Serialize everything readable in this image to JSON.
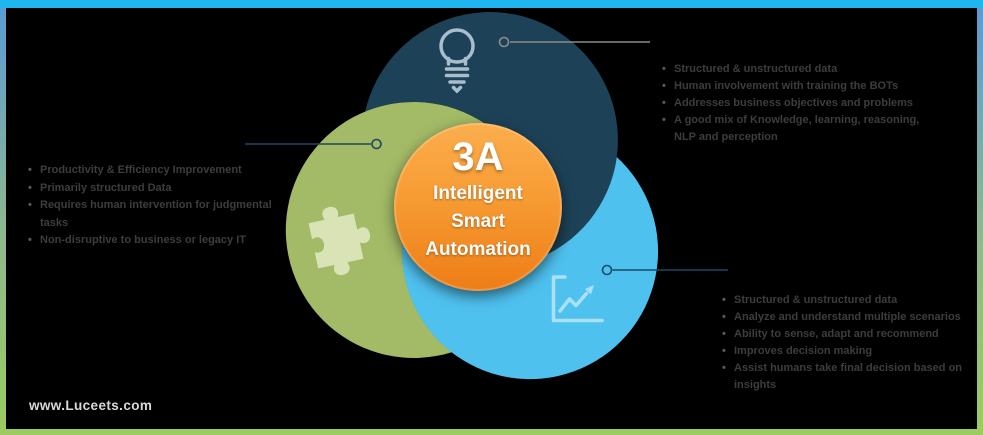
{
  "center": {
    "badge": "3A",
    "lines": [
      "Intelligent",
      "Smart",
      "Automation"
    ],
    "color_top": "#FBAE4D",
    "color_bottom": "#EE7D16"
  },
  "segments": {
    "top": {
      "icon": "lightbulb-icon",
      "color": "#1D4257"
    },
    "left": {
      "icon": "puzzle-icon",
      "color": "#A3BB67"
    },
    "bottom_right": {
      "icon": "line-chart-icon",
      "color": "#4FC1EF"
    }
  },
  "lists": {
    "top_right": {
      "items": [
        "Structured & unstructured data",
        "Human involvement with training the BOTs",
        "Addresses business objectives and problems",
        "A good mix of Knowledge, learning, reasoning, NLP and perception"
      ]
    },
    "left": {
      "items": [
        "Productivity & Efficiency Improvement",
        "Primarily structured Data",
        "Requires human intervention for judgmental tasks",
        "Non-disruptive to business or legacy IT"
      ]
    },
    "bottom_right": {
      "items": [
        "Structured & unstructured data",
        "Analyze and understand multiple scenarios",
        "Ability to sense, adapt and recommend",
        "Improves decision making",
        "Assist humans take final decision based on insights"
      ]
    }
  },
  "watermark": {
    "text": "www.Luceets.com"
  },
  "frame": {
    "top_color": "#1FB5EF",
    "side_gradient_top": "#5B9BD5",
    "side_gradient_bottom": "#9CCB5F",
    "bottom_color": "#9CCB5F",
    "background": "#000000"
  },
  "callouts": {
    "top_line_color": "#8C8C8C",
    "side_line_color": "#1C4964"
  },
  "text_color": "#3D3D3D"
}
